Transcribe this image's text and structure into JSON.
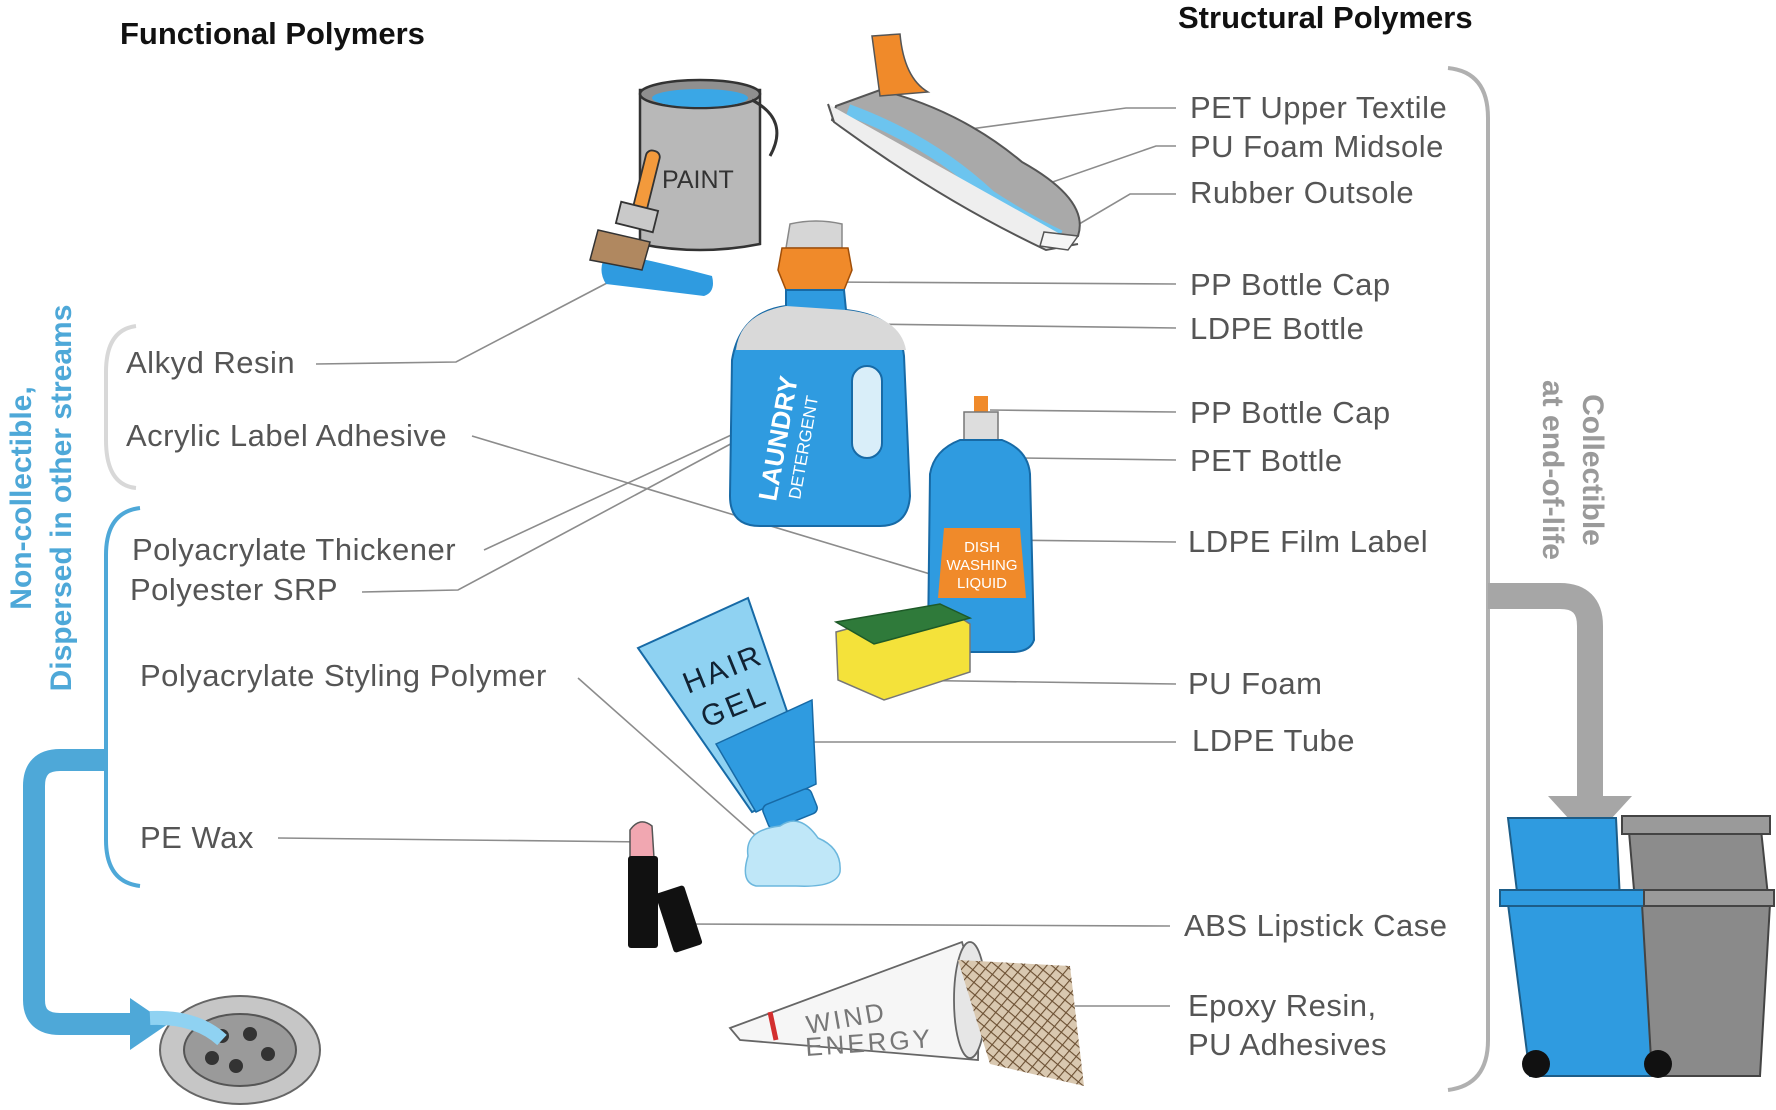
{
  "headings": {
    "functional": "Functional Polymers",
    "structural": "Structural Polymers"
  },
  "side_labels": {
    "non_collectible_line1": "Non-collectible,",
    "non_collectible_line2": "Dispersed in other streams",
    "collectible_line1": "Collectible",
    "collectible_line2": "at end-of-life"
  },
  "functional_labels": {
    "alkyd_resin": "Alkyd Resin",
    "acrylic_label_adhesive": "Acrylic Label Adhesive",
    "polyacrylate_thickener": "Polyacrylate Thickener",
    "polyester_srp": "Polyester SRP",
    "polyacrylate_styling_polymer": "Polyacrylate Styling Polymer",
    "pe_wax": "PE Wax"
  },
  "structural_labels": {
    "pet_upper_textile": "PET Upper Textile",
    "pu_foam_midsole": "PU Foam Midsole",
    "rubber_outsole": "Rubber Outsole",
    "pp_bottle_cap_1": "PP Bottle Cap",
    "ldpe_bottle": "LDPE Bottle",
    "pp_bottle_cap_2": "PP Bottle Cap",
    "pet_bottle": "PET Bottle",
    "ldpe_film_label": "LDPE Film Label",
    "pu_foam": "PU Foam",
    "ldpe_tube": "LDPE Tube",
    "abs_lipstick_case": "ABS Lipstick Case",
    "epoxy_resin_line1": "Epoxy Resin,",
    "epoxy_resin_line2": "PU Adhesives"
  },
  "product_text": {
    "paint": "PAINT",
    "laundry": "LAUNDRY",
    "detergent": "DETERGENT",
    "dish_line1": "DISH",
    "dish_line2": "WASHING",
    "dish_line3": "LIQUID",
    "hair": "HAIR",
    "gel": "GEL",
    "wind": "WIND",
    "energy": "ENERGY"
  },
  "colors": {
    "accent_blue": "#4ea8d8",
    "product_blue": "#2f9be0",
    "light_blue": "#8fd2f2",
    "orange": "#f18a2b",
    "gray_arrow": "#a6a6a6",
    "leader_line": "#8c8c8c",
    "label_text": "#555555",
    "heading_text": "#111111"
  },
  "icons": [
    "paint-can-icon",
    "paint-brush-icon",
    "sneaker-icon",
    "laundry-bottle-icon",
    "dish-soap-bottle-icon",
    "sponge-icon",
    "hair-gel-tube-icon",
    "lipstick-icon",
    "wind-turbine-blade-icon",
    "drain-icon",
    "recycling-bins-icon"
  ]
}
